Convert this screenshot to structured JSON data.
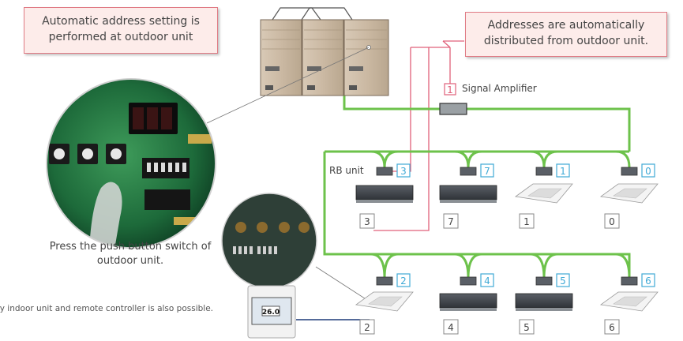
{
  "callouts": {
    "outdoor": "Automatic address setting is performed at outdoor unit",
    "distributed": "Addresses are automatically distributed from outdoor unit."
  },
  "signal_amplifier": {
    "address": "1",
    "label": "Signal Amplifier"
  },
  "rb_unit_label": "RB unit",
  "press_caption": "Press the push button switch of outdoor unit.",
  "remote_note": "Setting by indoor unit and remote controller is also possible.",
  "remote_display": "26.0",
  "colors": {
    "pipe": "#6dc24b",
    "signal": "#e0607a",
    "rb_address": "#3fa9d6",
    "callout_border": "#e07b85"
  },
  "row1": [
    {
      "rb_address": "3",
      "indoor_address": "3",
      "type": "duct"
    },
    {
      "rb_address": "7",
      "indoor_address": "7",
      "type": "duct"
    },
    {
      "rb_address": "1",
      "indoor_address": "1",
      "type": "cassette"
    },
    {
      "rb_address": "0",
      "indoor_address": "0",
      "type": "cassette"
    }
  ],
  "row2": [
    {
      "rb_address": "2",
      "indoor_address": "2",
      "type": "cassette"
    },
    {
      "rb_address": "4",
      "indoor_address": "4",
      "type": "duct"
    },
    {
      "rb_address": "5",
      "indoor_address": "5",
      "type": "duct"
    },
    {
      "rb_address": "6",
      "indoor_address": "6",
      "type": "cassette"
    }
  ]
}
